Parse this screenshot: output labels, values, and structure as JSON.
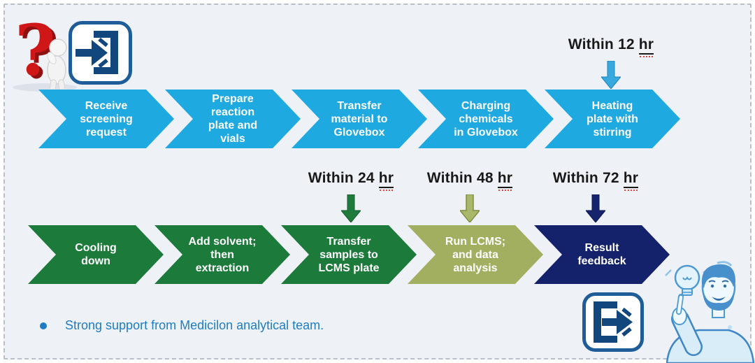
{
  "colors": {
    "panel_bg": "#eef1f6",
    "border_dashed": "#b9bfc6",
    "chevron_blue": "#1ea9e1",
    "chevron_green": "#1c7b3a",
    "chevron_olive": "#a2af60",
    "chevron_navy": "#14216b",
    "annotation_text": "#191919",
    "squiggle_red": "#e2443a",
    "bullet_text": "#1e7dc2",
    "icon_blue": "#12477d",
    "question_red": "#d01717",
    "illustration_blue": "#4e9ad2"
  },
  "row1": {
    "steps": [
      {
        "label": "Receive\nscreening\nrequest"
      },
      {
        "label": "Prepare\nreaction\nplate and\nvials"
      },
      {
        "label": "Transfer\nmaterial to\nGlovebox"
      },
      {
        "label": "Charging\nchemicals\nin Glovebox"
      },
      {
        "label": "Heating\nplate with\nstirring"
      }
    ]
  },
  "row2": {
    "steps": [
      {
        "label": "Cooling\ndown"
      },
      {
        "label": "Add solvent;\nthen\nextraction"
      },
      {
        "label": "Transfer\nsamples to\nLCMS plate"
      },
      {
        "label": "Run LCMS;\nand data\nanalysis"
      },
      {
        "label": "Result\nfeedback"
      }
    ]
  },
  "annotations": {
    "within12": {
      "prefix": "Within 12 ",
      "unit": "hr"
    },
    "within24": {
      "prefix": "Within 24 ",
      "unit": "hr"
    },
    "within48": {
      "prefix": "Within 48 ",
      "unit": "hr"
    },
    "within72": {
      "prefix": "Within 72 ",
      "unit": "hr"
    }
  },
  "footer": {
    "bullet_text": "Strong support from Medicilon analytical team."
  },
  "icons": {
    "top_left": [
      "question-mark-figure",
      "enter-icon"
    ],
    "bottom_right": [
      "exit-icon",
      "idea-person-illustration"
    ]
  }
}
